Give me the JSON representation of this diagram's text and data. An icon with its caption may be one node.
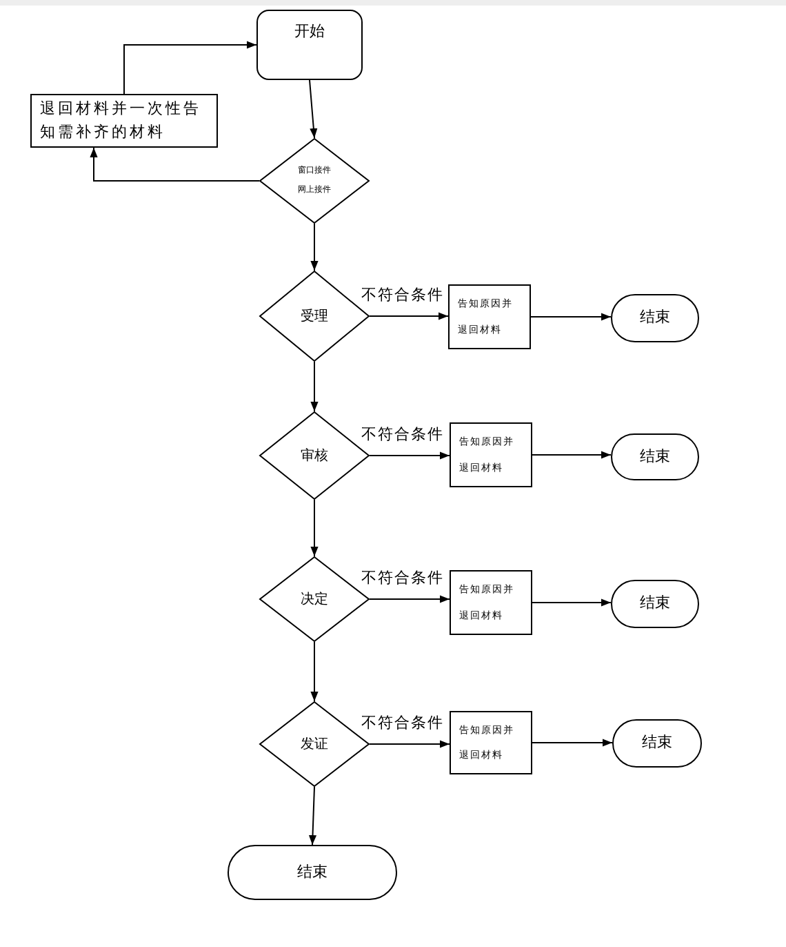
{
  "diagram": {
    "nodes": [
      {
        "text": [
          "开始"
        ]
      },
      {
        "text": [
          "退回材料并一次性告知需补齐的材料"
        ]
      },
      {
        "text": [
          "窗口接件网上接件"
        ]
      },
      {
        "text": [
          "受理"
        ]
      },
      {
        "text": [
          "告知原因并退回材料"
        ]
      },
      {
        "text": [
          "结束"
        ]
      },
      {
        "text": [
          "审核"
        ]
      },
      {
        "text": [
          "告知原因并退回材料"
        ]
      },
      {
        "text": [
          "结束"
        ]
      },
      {
        "text": [
          "决定"
        ]
      },
      {
        "text": [
          "告知原因并退回材料"
        ]
      },
      {
        "text": [
          "结束"
        ]
      },
      {
        "text": [
          "发证"
        ]
      },
      {
        "text": [
          "告知原因并退回材料"
        ]
      },
      {
        "text": [
          "结束"
        ]
      },
      {
        "text": [
          "结束"
        ]
      }
    ],
    "edges": [
      {
        "from": 0,
        "to": 2,
        "arrow": "to"
      },
      {
        "from": 2,
        "to": 1,
        "arrow": "to"
      },
      {
        "from": 1,
        "to": 0,
        "arrow": "to"
      },
      {
        "from": 2,
        "to": 3,
        "arrow": "to"
      },
      {
        "from": 3,
        "to": 4,
        "arrow": "to",
        "label": "不符合条件"
      },
      {
        "from": 4,
        "to": 5,
        "arrow": "to"
      },
      {
        "from": 3,
        "to": 6,
        "arrow": "to"
      },
      {
        "from": 6,
        "to": 7,
        "arrow": "to",
        "label": "不符合条件"
      },
      {
        "from": 7,
        "to": 8,
        "arrow": "to"
      },
      {
        "from": 6,
        "to": 9,
        "arrow": "to"
      },
      {
        "from": 9,
        "to": 10,
        "arrow": "to",
        "label": "不符合条件"
      },
      {
        "from": 10,
        "to": 11,
        "arrow": "to"
      },
      {
        "from": 9,
        "to": 12,
        "arrow": "to"
      },
      {
        "from": 12,
        "to": 13,
        "arrow": "to",
        "label": "不符合条件"
      },
      {
        "from": 13,
        "to": 14,
        "arrow": "to"
      },
      {
        "from": 12,
        "to": 15,
        "arrow": "to"
      }
    ]
  }
}
